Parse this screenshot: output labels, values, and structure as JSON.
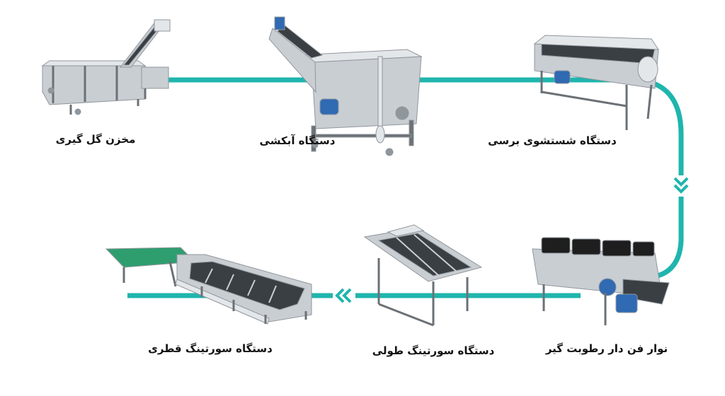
{
  "colors": {
    "line": "#1fb5ad",
    "steel": "#c9ced3",
    "steel_dark": "#8f969c",
    "frame": "#6b7176",
    "belt": "#3a3f44",
    "motor": "#2f6ab3",
    "panel": "#e4e7ea",
    "tray_green": "#2e9e6f",
    "tank": "#1e1e1e"
  },
  "flow_icons": [
    "chevron-down-icon",
    "chevron-left-icon"
  ],
  "machines": [
    {
      "id": "hopper",
      "label": "مخزن گل گیری"
    },
    {
      "id": "water-spray",
      "label": "دستگاه آبکشی"
    },
    {
      "id": "brush-washer",
      "label": "دستگاه شستشوی برسی"
    },
    {
      "id": "fan-dryer",
      "label": "نوار فن دار رطوبت گیر"
    },
    {
      "id": "length-sorter",
      "label": "دستگاه سورتینگ طولی"
    },
    {
      "id": "diameter-sorter",
      "label": "دستگاه سورتینگ قطری"
    }
  ]
}
